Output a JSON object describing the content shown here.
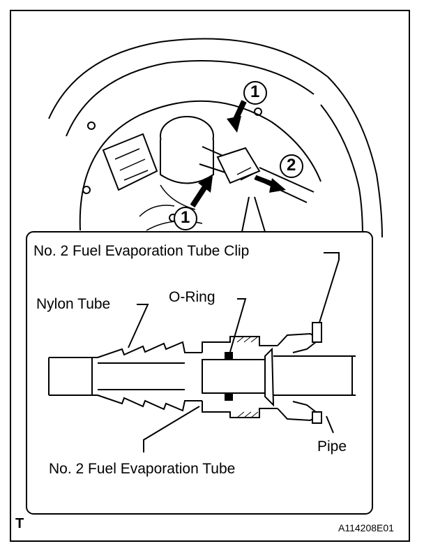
{
  "labels": {
    "clip": "No. 2 Fuel Evaporation Tube Clip",
    "nylon_tube": "Nylon Tube",
    "o_ring": "O-Ring",
    "pipe": "Pipe",
    "evap_tube": "No. 2 Fuel Evaporation Tube"
  },
  "callouts": {
    "one": "1",
    "two": "2"
  },
  "corner_mark": "T",
  "figure_code": "A114208E01"
}
